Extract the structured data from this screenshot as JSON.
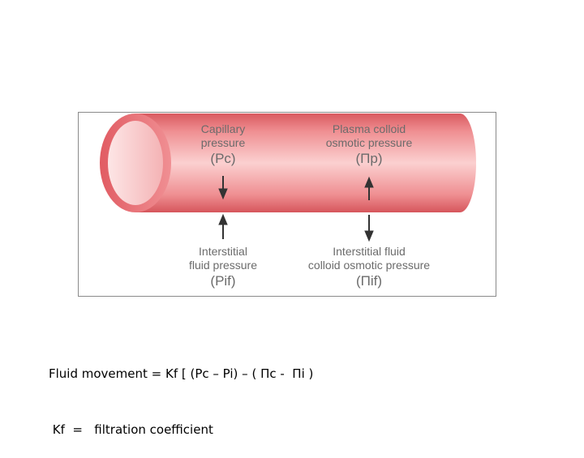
{
  "diagram": {
    "top_labels": {
      "capillary": {
        "line1": "Capillary",
        "line2": "pressure",
        "symbol": "(Pc)"
      },
      "plasma": {
        "line1": "Plasma colloid",
        "line2": "osmotic pressure",
        "symbol": "(Πp)"
      }
    },
    "bottom_labels": {
      "interstitial": {
        "line1": "Interstitial",
        "line2": "fluid pressure",
        "symbol": "(Pif)"
      },
      "interstitial_colloid": {
        "line1": "Interstitial fluid",
        "line2": "colloid osmotic pressure",
        "symbol": "(Πif)"
      }
    },
    "colors": {
      "vessel": "#e96a6f",
      "vessel_light": "#f7c4c4",
      "text": "#6b6b6b",
      "arrow": "#333333"
    }
  },
  "formula": {
    "line1": "Fluid movement = Kf [ (Pc – Pi) – ( Πc -  Πi )",
    "line2": " Kf  =   filtration coefficient"
  }
}
